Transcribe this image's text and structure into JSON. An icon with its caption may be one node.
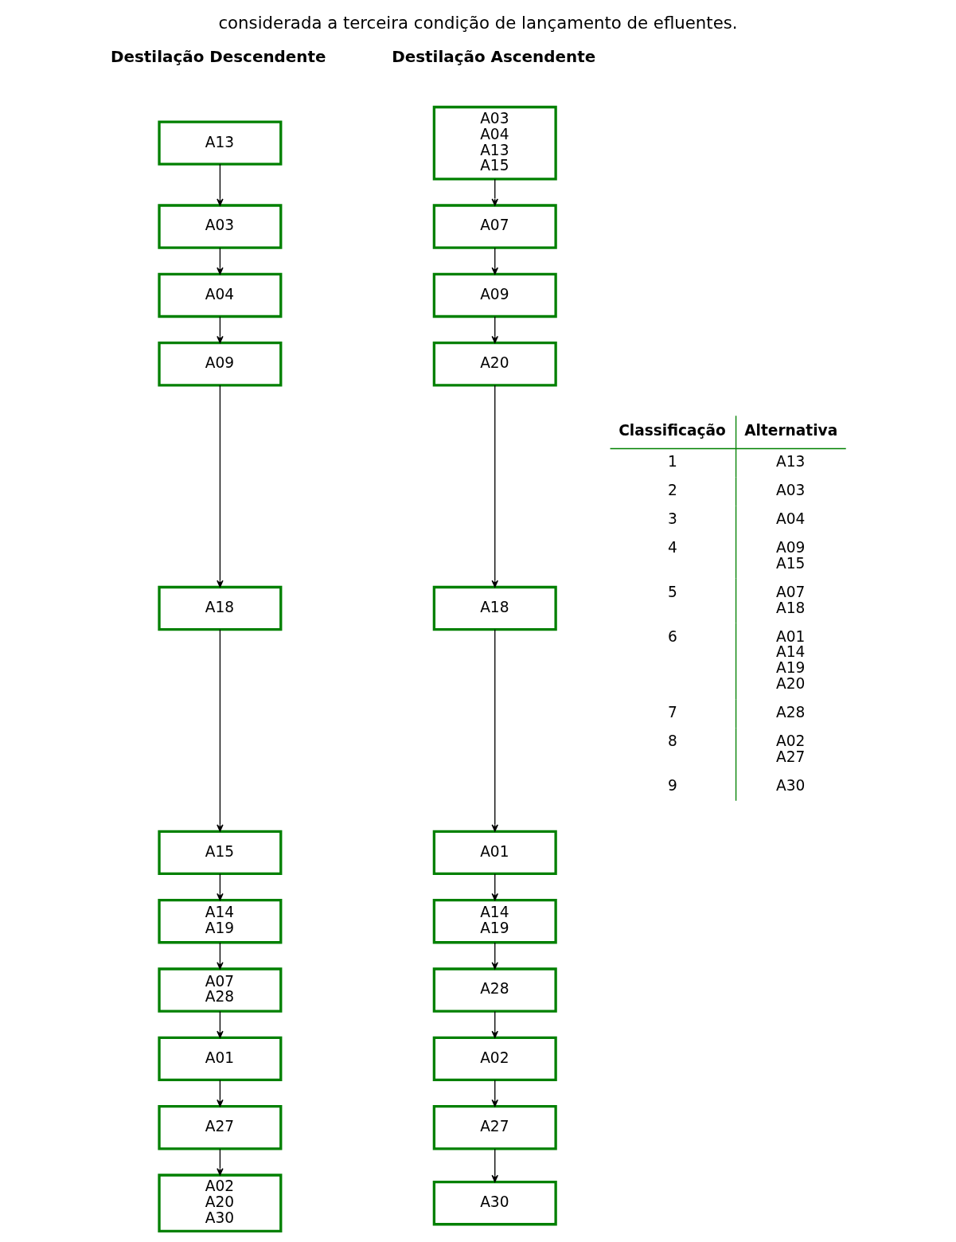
{
  "diagram": {
    "title": "considerada a terceira condição de lançamento de efluentes.",
    "nodes": [
      {
        "text": [
          "A13"
        ]
      },
      {
        "text": [
          "A03"
        ]
      },
      {
        "text": [
          "A04"
        ]
      },
      {
        "text": [
          "A09"
        ]
      },
      {
        "text": [
          "A18"
        ]
      },
      {
        "text": [
          "A15"
        ]
      },
      {
        "text": [
          "A14 A19"
        ]
      },
      {
        "text": [
          "A07 A28"
        ]
      },
      {
        "text": [
          "A01"
        ]
      },
      {
        "text": [
          "A27"
        ]
      },
      {
        "text": [
          "A02 A20 A30"
        ]
      },
      {
        "text": [
          "A03 A04 A13 A15"
        ]
      },
      {
        "text": [
          "A07"
        ]
      },
      {
        "text": [
          "A09"
        ]
      },
      {
        "text": [
          "A20"
        ]
      },
      {
        "text": [
          "A18"
        ]
      },
      {
        "text": [
          "A01"
        ]
      },
      {
        "text": [
          "A14 A19"
        ]
      },
      {
        "text": [
          "A28"
        ]
      },
      {
        "text": [
          "A02"
        ]
      },
      {
        "text": [
          "A27"
        ]
      },
      {
        "text": [
          "A30"
        ]
      }
    ],
    "edges": [
      {
        "from": 0,
        "to": 1,
        "arrow": "to"
      },
      {
        "from": 1,
        "to": 2,
        "arrow": "to"
      },
      {
        "from": 2,
        "to": 3,
        "arrow": "to"
      },
      {
        "from": 3,
        "to": 4,
        "arrow": "to"
      },
      {
        "from": 4,
        "to": 5,
        "arrow": "to"
      },
      {
        "from": 5,
        "to": 6,
        "arrow": "to"
      },
      {
        "from": 6,
        "to": 7,
        "arrow": "to"
      },
      {
        "from": 7,
        "to": 8,
        "arrow": "to"
      },
      {
        "from": 8,
        "to": 9,
        "arrow": "to"
      },
      {
        "from": 9,
        "to": 10,
        "arrow": "to"
      },
      {
        "from": 11,
        "to": 12,
        "arrow": "to"
      },
      {
        "from": 12,
        "to": 13,
        "arrow": "to"
      },
      {
        "from": 13,
        "to": 14,
        "arrow": "to"
      },
      {
        "from": 14,
        "to": 15,
        "arrow": "to"
      },
      {
        "from": 15,
        "to": 16,
        "arrow": "to"
      },
      {
        "from": 16,
        "to": 17,
        "arrow": "to"
      },
      {
        "from": 17,
        "to": 18,
        "arrow": "to"
      },
      {
        "from": 18,
        "to": 19,
        "arrow": "to"
      },
      {
        "from": 19,
        "to": 20,
        "arrow": "to"
      },
      {
        "from": 20,
        "to": 21,
        "arrow": "to"
      }
    ],
    "labels": [
      "Destilação Descendente",
      "Destilação Ascendente",
      "Classificação",
      "Alternativa",
      "1",
      "A13",
      "2",
      "A03",
      "3",
      "A04",
      "4",
      "A09 A15",
      "5",
      "A07 A18",
      "6",
      "A01 A14 A19 A20",
      "7",
      "A28",
      "8",
      "A02 A27",
      "9",
      "A30"
    ]
  }
}
